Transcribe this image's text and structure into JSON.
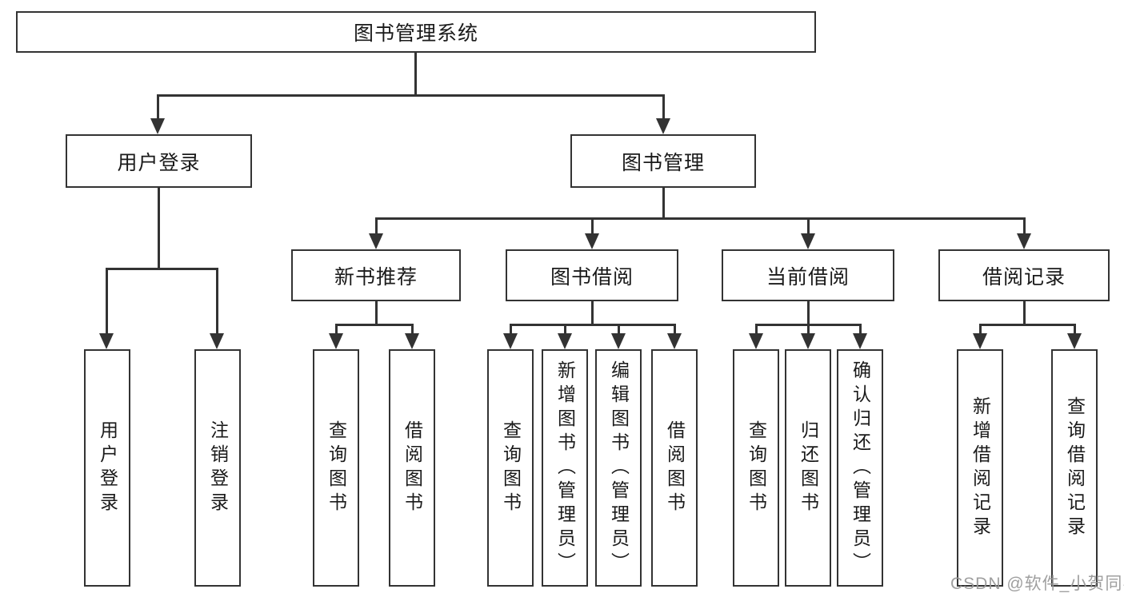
{
  "diagram": {
    "root": {
      "label": "图书管理系统"
    },
    "level2": [
      {
        "label": "用户登录"
      },
      {
        "label": "图书管理"
      }
    ],
    "level3": [
      {
        "label": "新书推荐"
      },
      {
        "label": "图书借阅"
      },
      {
        "label": "当前借阅"
      },
      {
        "label": "借阅记录"
      }
    ],
    "leaves": [
      {
        "label": "用户登录"
      },
      {
        "label": "注销登录"
      },
      {
        "label": "查询图书"
      },
      {
        "label": "借阅图书"
      },
      {
        "label": "查询图书"
      },
      {
        "label": "新增图书（管理员）"
      },
      {
        "label": "编辑图书（管理员）"
      },
      {
        "label": "借阅图书"
      },
      {
        "label": "查询图书"
      },
      {
        "label": "归还图书"
      },
      {
        "label": "确认归还（管理员）"
      },
      {
        "label": "新增借阅记录"
      },
      {
        "label": "查询借阅记录"
      }
    ]
  },
  "watermark": {
    "text": "CSDN @软件_小贺同学"
  },
  "colors": {
    "line": "#333333",
    "text": "#1a1a1a",
    "watermark": "#9a9a9a",
    "background": "#ffffff"
  }
}
